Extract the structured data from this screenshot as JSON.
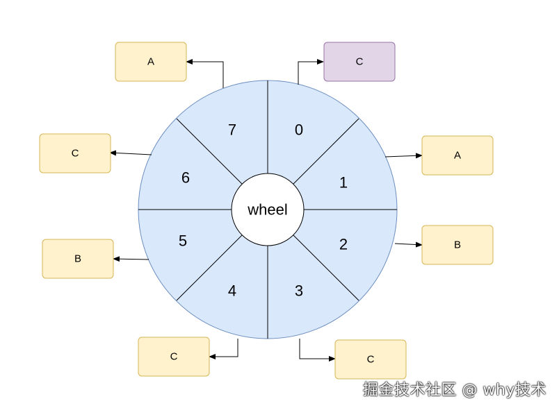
{
  "wheel": {
    "hub_label": "wheel",
    "slots": [
      "0",
      "1",
      "2",
      "3",
      "4",
      "5",
      "6",
      "7"
    ]
  },
  "tasks": [
    {
      "slot": "0",
      "label": "C"
    },
    {
      "slot": "1",
      "label": "A"
    },
    {
      "slot": "2",
      "label": "B"
    },
    {
      "slot": "3",
      "label": "C"
    },
    {
      "slot": "4",
      "label": "C"
    },
    {
      "slot": "5",
      "label": "B"
    },
    {
      "slot": "6",
      "label": "C"
    },
    {
      "slot": "7",
      "label": "A"
    }
  ],
  "colors": {
    "wheel_fill": "#dae8fc",
    "wheel_stroke": "#6c8ebf",
    "box_fill": "#fff2cc",
    "box_stroke": "#d6b656",
    "highlight_fill": "#e1d5e7",
    "highlight_stroke": "#9673a6",
    "line": "#000000"
  },
  "watermark": "掘金技术社区 @ why技术"
}
